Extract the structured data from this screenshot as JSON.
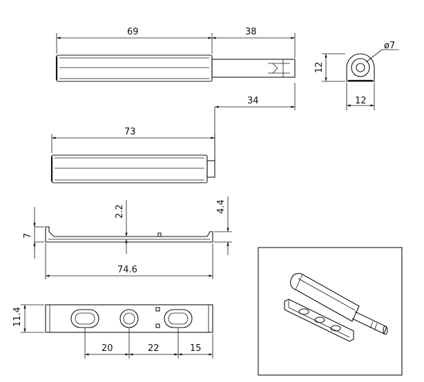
{
  "dimensions": {
    "body_length": "69",
    "plunger_length": "38",
    "height": "12",
    "diameter": "ø7",
    "width": "12",
    "extended_length": "34",
    "retracted_length": "73",
    "plate_thickness": "2.2",
    "clip_height": "4.4",
    "side_height": "7",
    "plate_length": "74.6",
    "plate_width": "11.4",
    "hole_spacing_1": "20",
    "hole_spacing_2": "22",
    "hole_offset": "15"
  }
}
